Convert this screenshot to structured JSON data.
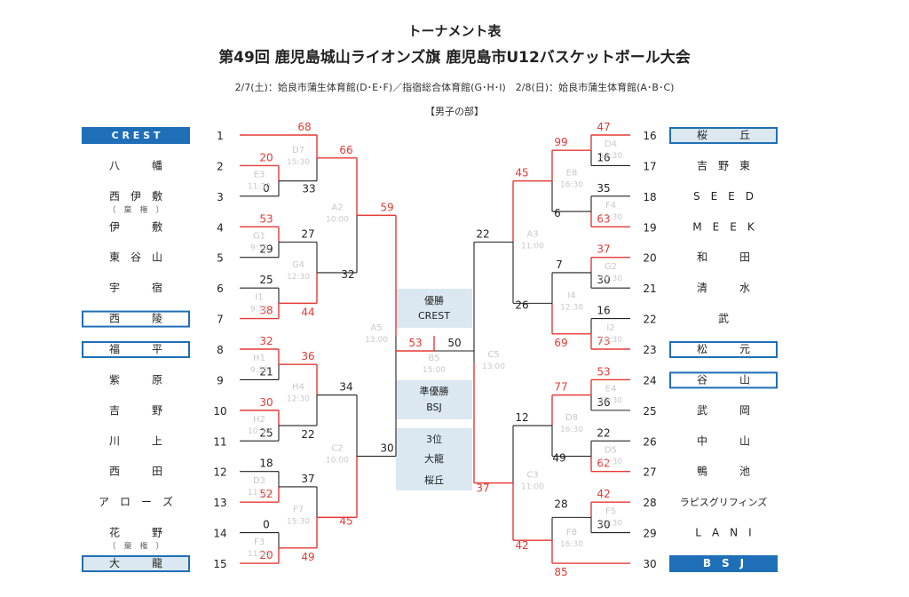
{
  "header": {
    "title": "トーナメント表",
    "subtitle": "第49回 鹿児島城山ライオンズ旗 鹿児島市U12バスケットボール大会",
    "dates": "2/7(土)：姶良市蒲生体育館(D･E･F)／指宿総合体育館(G･H･I)　2/8(日)：姶良市蒲生体育館(A･B･C)",
    "division": "【男子の部】"
  },
  "colors": {
    "win": "#e53935",
    "line": "#222222",
    "team_fill": "#1f6fb8",
    "team_border": "#1f6fb8",
    "game_label": "#c9c9c9",
    "result_bg": "#dbe8f1"
  },
  "teams_left": [
    {
      "seed": "1",
      "name": "C R E S T",
      "style": "fill"
    },
    {
      "seed": "2",
      "name": "八　　　幡",
      "style": "none"
    },
    {
      "seed": "3",
      "name": "西　伊　敷",
      "sub": "（　棄　権　）",
      "style": "none"
    },
    {
      "seed": "4",
      "name": "伊　　　敷",
      "style": "none"
    },
    {
      "seed": "5",
      "name": "東　谷　山",
      "style": "none"
    },
    {
      "seed": "6",
      "name": "宇　　　宿",
      "style": "none"
    },
    {
      "seed": "7",
      "name": "西　　　陵",
      "style": "outline"
    },
    {
      "seed": "8",
      "name": "福　　　平",
      "style": "outline"
    },
    {
      "seed": "9",
      "name": "紫　　　原",
      "style": "none"
    },
    {
      "seed": "10",
      "name": "吉　　　野",
      "style": "none"
    },
    {
      "seed": "11",
      "name": "川　　　上",
      "style": "none"
    },
    {
      "seed": "12",
      "name": "西　　　田",
      "style": "none"
    },
    {
      "seed": "13",
      "name": "ア　ロ　ー　ズ",
      "style": "none"
    },
    {
      "seed": "14",
      "name": "花　　　野",
      "sub": "（　棄　権　）",
      "style": "none"
    },
    {
      "seed": "15",
      "name": "大　　　龍",
      "style": "light"
    }
  ],
  "teams_right": [
    {
      "seed": "16",
      "name": "桜　　　丘",
      "style": "light"
    },
    {
      "seed": "17",
      "name": "吉　野　東",
      "style": "none"
    },
    {
      "seed": "18",
      "name": "S　E　E　D",
      "style": "none"
    },
    {
      "seed": "19",
      "name": "M　E　E　K",
      "style": "none"
    },
    {
      "seed": "20",
      "name": "和　　　田",
      "style": "none"
    },
    {
      "seed": "21",
      "name": "清　　　水",
      "style": "none"
    },
    {
      "seed": "22",
      "name": "武",
      "style": "none"
    },
    {
      "seed": "23",
      "name": "松　　　元",
      "style": "outline"
    },
    {
      "seed": "24",
      "name": "谷　　　山",
      "style": "outline"
    },
    {
      "seed": "25",
      "name": "武　　　岡",
      "style": "none"
    },
    {
      "seed": "26",
      "name": "中　　　山",
      "style": "none"
    },
    {
      "seed": "27",
      "name": "鴨　　　池",
      "style": "none"
    },
    {
      "seed": "28",
      "name": "ラピスグリフィンズ",
      "style": "none"
    },
    {
      "seed": "29",
      "name": "L　A　N　I",
      "style": "none"
    },
    {
      "seed": "30",
      "name": "B　S　J",
      "style": "fill"
    }
  ],
  "games": {
    "E3": {
      "label": "E3",
      "time": "11:30",
      "top": "20",
      "bot": "0",
      "win": "top"
    },
    "D7": {
      "label": "D7",
      "time": "15:30",
      "top": "68",
      "bot": "33",
      "win": "top"
    },
    "G1": {
      "label": "G1",
      "time": "9:30",
      "top": "53",
      "bot": "29",
      "win": "top"
    },
    "I1": {
      "label": "I1",
      "time": "9:30",
      "top": "25",
      "bot": "38",
      "win": "bot"
    },
    "G4": {
      "label": "G4",
      "time": "12:30",
      "top": "27",
      "bot": "44",
      "win": "bot"
    },
    "A2": {
      "label": "A2",
      "time": "10:00",
      "top": "66",
      "bot": "32",
      "win": "top"
    },
    "H1": {
      "label": "H1",
      "time": "9:30",
      "top": "32",
      "bot": "21",
      "win": "top"
    },
    "H2": {
      "label": "H2",
      "time": "10:30",
      "top": "30",
      "bot": "25",
      "win": "top"
    },
    "H4": {
      "label": "H4",
      "time": "12:30",
      "top": "36",
      "bot": "22",
      "win": "top"
    },
    "D3": {
      "label": "D3",
      "time": "11:30",
      "top": "18",
      "bot": "52",
      "win": "bot"
    },
    "F3": {
      "label": "F3",
      "time": "11:30",
      "top": "0",
      "bot": "20",
      "win": "bot"
    },
    "F7": {
      "label": "F7",
      "time": "15:30",
      "top": "37",
      "bot": "49",
      "win": "bot"
    },
    "C2": {
      "label": "C2",
      "time": "10:00",
      "top": "34",
      "bot": "45",
      "win": "bot"
    },
    "A5": {
      "label": "A5",
      "time": "13:00",
      "top": "59",
      "bot": "30",
      "win": "top"
    },
    "D4": {
      "label": "D4",
      "time": "12:30",
      "top": "47",
      "bot": "16",
      "win": "top"
    },
    "F4": {
      "label": "F4",
      "time": "12:30",
      "top": "35",
      "bot": "63",
      "win": "bot"
    },
    "E8": {
      "label": "E8",
      "time": "16:30",
      "top": "99",
      "bot": "6",
      "win": "top"
    },
    "G2": {
      "label": "G2",
      "time": "10:30",
      "top": "37",
      "bot": "30",
      "win": "top"
    },
    "I2": {
      "label": "I2",
      "time": "10:30",
      "top": "16",
      "bot": "73",
      "win": "bot"
    },
    "I4": {
      "label": "I4",
      "time": "12:30",
      "top": "7",
      "bot": "69",
      "win": "bot"
    },
    "A3": {
      "label": "A3",
      "time": "11:00",
      "top": "45",
      "bot": "26",
      "win": "top"
    },
    "E4": {
      "label": "E4",
      "time": "12:30",
      "top": "53",
      "bot": "36",
      "win": "top"
    },
    "D5": {
      "label": "D5",
      "time": "13:30",
      "top": "22",
      "bot": "62",
      "win": "bot"
    },
    "D8": {
      "label": "D8",
      "time": "16:30",
      "top": "77",
      "bot": "49",
      "win": "top"
    },
    "F5": {
      "label": "F5",
      "time": "13:30",
      "top": "42",
      "bot": "30",
      "win": "top"
    },
    "F8": {
      "label": "F8",
      "time": "16:30",
      "top": "28",
      "bot": "85",
      "win": "bot"
    },
    "C3": {
      "label": "C3",
      "time": "11:00",
      "top": "12",
      "bot": "42",
      "win": "bot"
    },
    "C5": {
      "label": "C5",
      "time": "13:00",
      "top": "22",
      "bot": "37",
      "win": "bot"
    },
    "B5": {
      "label": "B5",
      "time": "15:00",
      "top": "53",
      "bot": "50",
      "win": "top"
    }
  },
  "results": {
    "champion_label": "優勝",
    "champion": "CREST",
    "runnerup_label": "準優勝",
    "runnerup": "BSJ",
    "third_label": "3位",
    "third_1": "大龍",
    "third_2": "桜丘"
  }
}
